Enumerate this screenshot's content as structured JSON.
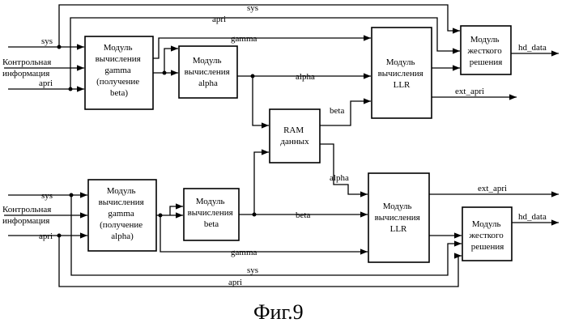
{
  "figure_caption": "Фиг.9",
  "blocks": {
    "gamma_top": [
      "Модуль",
      "вычисления",
      "gamma",
      "(получение",
      "beta)"
    ],
    "alpha_calc": [
      "Модуль",
      "вычисления",
      "alpha"
    ],
    "llr_top": [
      "Модуль",
      "вычисления",
      "LLR"
    ],
    "hard_top": [
      "Модуль",
      "жесткого",
      "решения"
    ],
    "ram": [
      "RAM",
      "данных"
    ],
    "gamma_bot": [
      "Модуль",
      "вычисления",
      "gamma",
      "(получение",
      "alpha)"
    ],
    "beta_calc": [
      "Модуль",
      "вычисления",
      "beta"
    ],
    "llr_bot": [
      "Модуль",
      "вычисления",
      "LLR"
    ],
    "hard_bot": [
      "Модуль",
      "жесткого",
      "решения"
    ]
  },
  "signals": {
    "sys": "sys",
    "apri": "apri",
    "gamma": "gamma",
    "alpha": "alpha",
    "beta": "beta",
    "ext_apri": "ext_apri",
    "hd_data": "hd_data",
    "control_line1": "Контрольная",
    "control_line2": "информация"
  }
}
